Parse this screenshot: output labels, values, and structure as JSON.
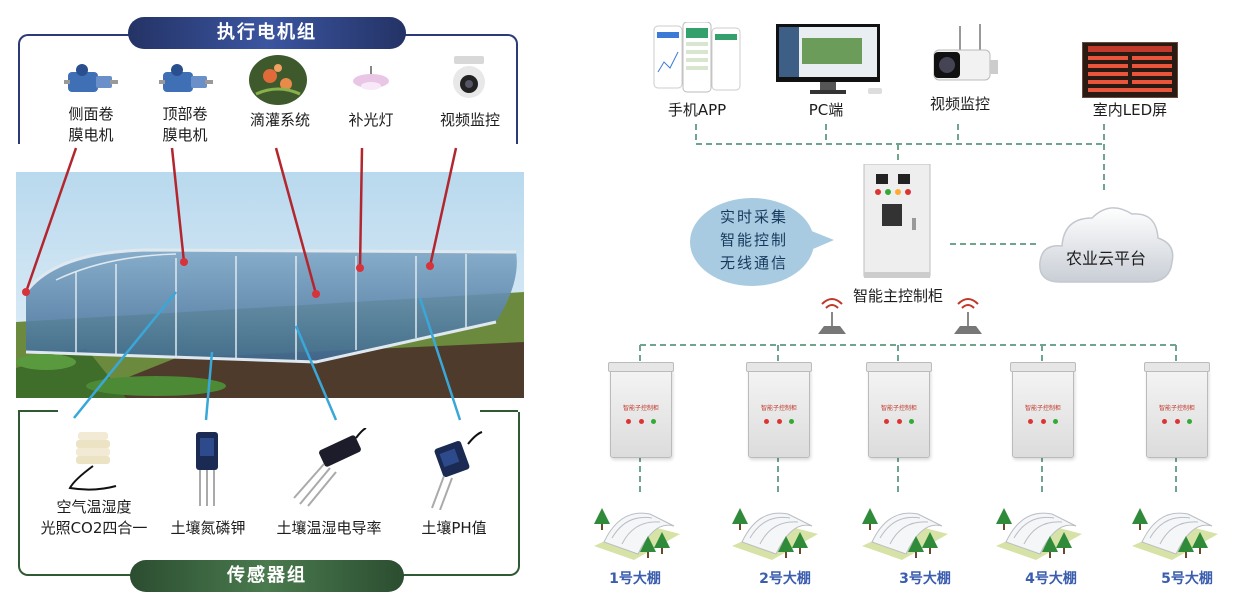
{
  "actuators": {
    "title": "执行电机组",
    "items": [
      {
        "line1": "侧面卷",
        "line2": "膜电机"
      },
      {
        "line1": "顶部卷",
        "line2": "膜电机"
      },
      {
        "line1": "滴灌系统",
        "line2": ""
      },
      {
        "line1": "补光灯",
        "line2": ""
      },
      {
        "line1": "视频监控",
        "line2": ""
      }
    ]
  },
  "sensors": {
    "title": "传感器组",
    "items": [
      {
        "line1": "空气温湿度",
        "line2": "光照CO2四合一"
      },
      {
        "line1": "土壤氮磷钾",
        "line2": ""
      },
      {
        "line1": "土壤温湿电导率",
        "line2": ""
      },
      {
        "line1": "土壤PH值",
        "line2": ""
      }
    ]
  },
  "terminals": [
    {
      "label": "手机APP"
    },
    {
      "label": "PC端"
    },
    {
      "label": "视频监控"
    },
    {
      "label": "室内LED屏"
    }
  ],
  "bubble": {
    "lines": [
      "实时采集",
      "智能控制",
      "无线通信"
    ]
  },
  "main_cabinet": {
    "label": "智能主控制柜"
  },
  "cloud": {
    "label": "农业云平台"
  },
  "sub_cabinet_text": "智能子控制柜",
  "greenhouses": [
    {
      "label": "1号大棚"
    },
    {
      "label": "2号大棚"
    },
    {
      "label": "3号大棚"
    },
    {
      "label": "4号大棚"
    },
    {
      "label": "5号大棚"
    }
  ],
  "colors": {
    "actuator_pill": "#2c3a78",
    "sensor_pill": "#2f5a35",
    "dashed": "#6fa58e",
    "pointer_red": "#b3262e",
    "pointer_blue": "#3aa7d9"
  }
}
